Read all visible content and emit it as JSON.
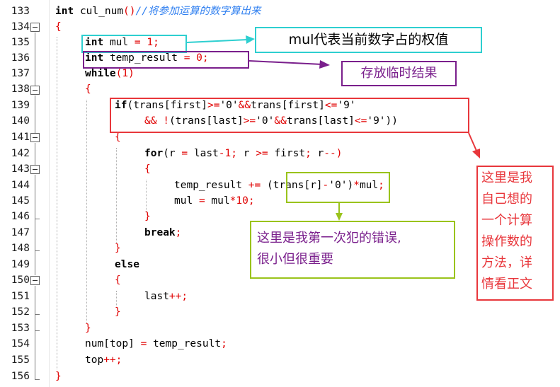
{
  "line_numbers": [
    "133",
    "134",
    "135",
    "136",
    "137",
    "138",
    "139",
    "140",
    "141",
    "142",
    "143",
    "144",
    "145",
    "146",
    "147",
    "148",
    "149",
    "150",
    "151",
    "152",
    "153",
    "154",
    "155",
    "156"
  ],
  "code": {
    "l133_kw": "int",
    "l133_name": "cul_num",
    "l133_paren": "()",
    "l133_comment": "//将参加运算的数字算出来",
    "l134": "{",
    "l135_kw": "int",
    "l135_id": "mul",
    "l135_eq": "=",
    "l135_num": "1",
    "l135_semi": ";",
    "l136_kw": "int",
    "l136_id": "temp_result",
    "l136_eq": "=",
    "l136_num": "0",
    "l136_semi": ";",
    "l137_kw": "while",
    "l137_open": "(",
    "l137_num": "1",
    "l137_close": ")",
    "l138": "{",
    "l139_kw": "if",
    "l139_a": "(trans[first]",
    "l139_op1": ">=",
    "l139_b": "'0'",
    "l139_op2": "&&",
    "l139_c": "trans[first]",
    "l139_op3": "<=",
    "l139_d": "'9'",
    "l140_op1": "&&",
    "l140_op2": "!",
    "l140_a": "(trans[last]",
    "l140_op3": ">=",
    "l140_b": "'0'",
    "l140_op4": "&&",
    "l140_c": "trans[last]",
    "l140_op5": "<=",
    "l140_d": "'9'))",
    "l141": "{",
    "l142_kw": "for",
    "l142_a": "(r",
    "l142_eq": "=",
    "l142_b": "last",
    "l142_minus": "-",
    "l142_num": "1",
    "l142_semi1": ";",
    "l142_c": "r",
    "l142_op": ">=",
    "l142_d": "first",
    "l142_semi2": ";",
    "l142_e": "r",
    "l142_dec": "--",
    "l142_close": ")",
    "l143": "{",
    "l144_a": "temp_result",
    "l144_op": "+=",
    "l144_b": "(trans[r]",
    "l144_minus": "-",
    "l144_c": "'0')",
    "l144_mul": "*",
    "l144_d": "mul",
    "l144_semi": ";",
    "l145_a": "mul",
    "l145_eq": "=",
    "l145_b": "mul",
    "l145_mul": "*",
    "l145_num": "10",
    "l145_semi": ";",
    "l146": "}",
    "l147_kw": "break",
    "l147_semi": ";",
    "l148": "}",
    "l149_kw": "else",
    "l150": "{",
    "l151_a": "last",
    "l151_inc": "++",
    "l151_semi": ";",
    "l152": "}",
    "l153": "}",
    "l154_a": "num[top]",
    "l154_eq": "=",
    "l154_b": "temp_result",
    "l154_semi": ";",
    "l155_a": "top",
    "l155_inc": "++",
    "l155_semi": ";",
    "l156": "}"
  },
  "annotations": {
    "mul_note": "mul代表当前数字占的权值",
    "temp_note": "存放临时结果",
    "mistake_note_line1": "这里是我第一次犯的错误,",
    "mistake_note_line2": "很小但很重要",
    "method_note_lines": [
      "这里是我",
      "自己想的",
      "一个计算",
      "操作数的",
      "方法，详",
      "情看正文"
    ]
  },
  "colors": {
    "cyan": "#2ecfd0",
    "purple": "#7a1f8c",
    "red": "#e8373c",
    "green": "#9ac31c",
    "operator_red": "#e00000",
    "comment_blue": "#2f7ff0"
  }
}
